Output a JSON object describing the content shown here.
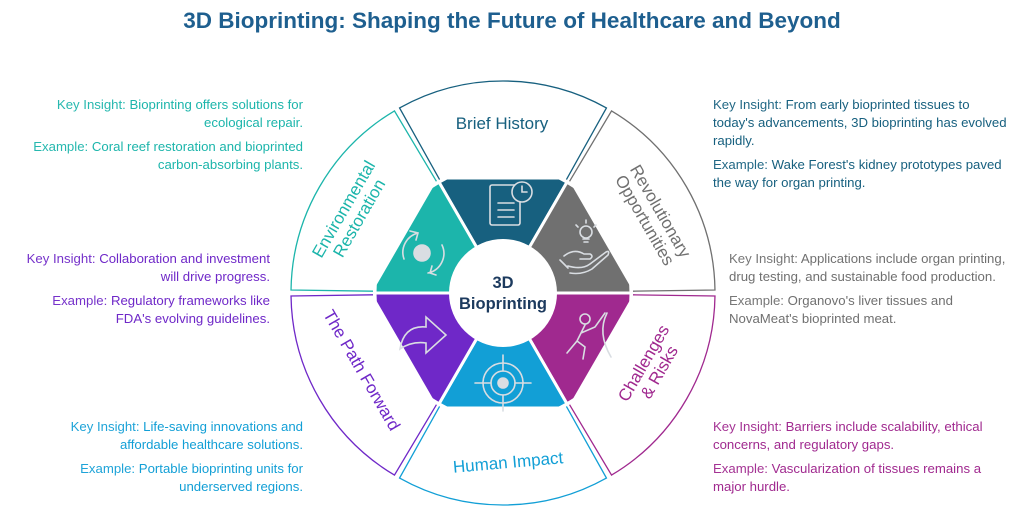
{
  "title": "3D Bioprinting: Shaping the Future of Healthcare and Beyond",
  "center": {
    "line1": "3D",
    "line2": "Bioprinting"
  },
  "key_label": "Key Insight:",
  "example_label": "Example:",
  "segments": [
    {
      "id": "history",
      "label": [
        "Brief History"
      ],
      "color": "#17607f",
      "icon": "document-clock-icon",
      "insight": "From early bioprinted tissues to today's advancements, 3D bioprinting has evolved rapidly.",
      "example": "Wake Forest's kidney prototypes paved the way for organ printing."
    },
    {
      "id": "revolutionary",
      "label": [
        "Revolutionary",
        "Opportunities"
      ],
      "color": "#707070",
      "icon": "hand-lightbulb-icon",
      "insight": "Applications include organ printing, drug testing, and sustainable food production.",
      "example": "Organovo's liver tissues and NovaMeat's bioprinted meat."
    },
    {
      "id": "challenges",
      "label": [
        "Challenges",
        "& Risks"
      ],
      "color": "#a0298f",
      "icon": "climbing-person-icon",
      "insight": "Barriers include scalability, ethical concerns, and regulatory gaps.",
      "example": "Vascularization of tissues remains a major hurdle."
    },
    {
      "id": "human",
      "label": [
        "Human Impact"
      ],
      "color": "#129fd6",
      "icon": "target-check-icon",
      "insight": "Life-saving innovations and affordable healthcare solutions.",
      "example": "Portable bioprinting units for underserved regions."
    },
    {
      "id": "path",
      "label": [
        "The Path Forward"
      ],
      "color": "#6f28c8",
      "icon": "forward-arrow-icon",
      "insight": "Collaboration and investment will drive progress.",
      "example": "Regulatory frameworks like FDA's evolving guidelines."
    },
    {
      "id": "environment",
      "label": [
        "Environmental",
        "Restoration"
      ],
      "color": "#1cb5ab",
      "icon": "recycle-leaf-icon",
      "insight": "Bioprinting offers solutions for ecological repair.",
      "example": "Coral reef restoration and bioprinted carbon-absorbing plants."
    }
  ]
}
